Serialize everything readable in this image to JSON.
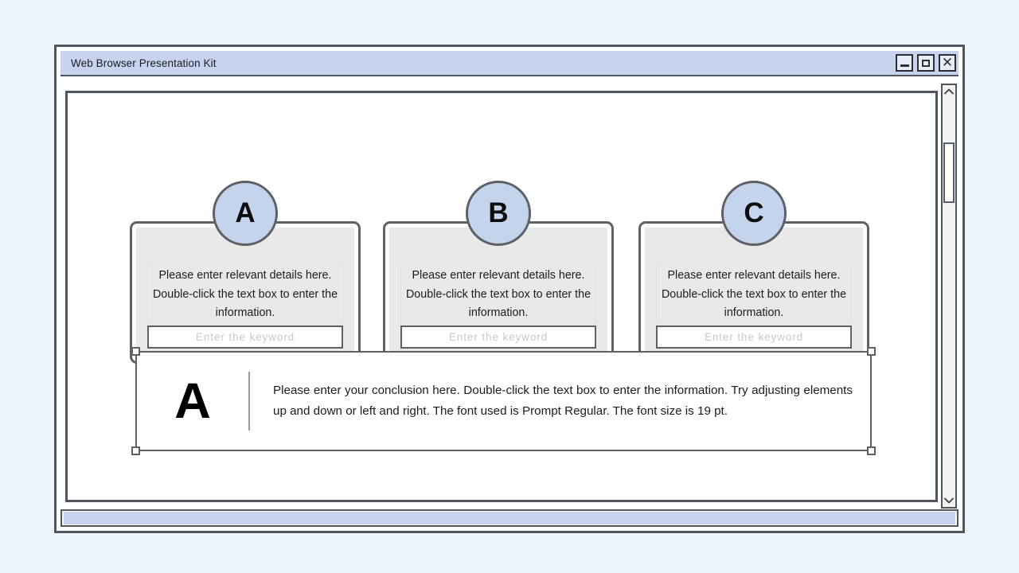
{
  "window": {
    "title": "Web Browser Presentation Kit",
    "controls": [
      {
        "name": "minimize-button",
        "glyph": "minimize"
      },
      {
        "name": "maximize-button",
        "glyph": "maximize"
      },
      {
        "name": "close-button",
        "glyph": "close",
        "label": "✕"
      }
    ]
  },
  "scrollbar": {
    "up_arrow_icon": "chevron-up-icon",
    "down_arrow_icon": "chevron-down-icon"
  },
  "status_bar": {
    "text": ""
  },
  "slide": {
    "cards": [
      {
        "badge": "A",
        "body": "Please enter relevant details here. Double-click the text box to enter the information.",
        "input_placeholder": "Enter the keyword",
        "input_value": ""
      },
      {
        "badge": "B",
        "body": "Please enter relevant details here. Double-click the text box to enter the information.",
        "input_placeholder": "Enter the keyword",
        "input_value": ""
      },
      {
        "badge": "C",
        "body": "Please enter relevant details here. Double-click the text box to enter the information.",
        "input_placeholder": "Enter the keyword",
        "input_value": ""
      }
    ],
    "conclusion": {
      "letter": "A",
      "text": "Please enter your conclusion here. Double-click the text box to enter the information. Try adjusting elements up and down or left and right. The font used is Prompt Regular. The font size is 19 pt.",
      "selected": true
    }
  },
  "colors": {
    "page_background": "#eff5fd",
    "title_bar": "#c7d3ef",
    "badge_fill": "#c4d4ed",
    "frame_border": "#4f5660",
    "card_inner": "#e9e9e9",
    "placeholder_text": "#c9c9c9"
  }
}
